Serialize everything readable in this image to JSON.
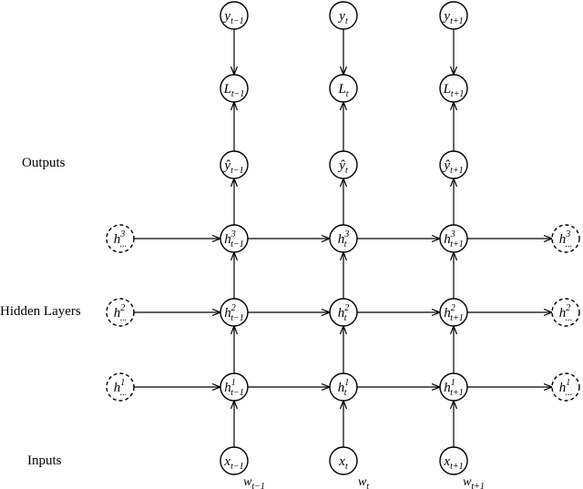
{
  "row_labels": {
    "outputs": "Outputs",
    "hidden_layers": "Hidden Layers",
    "inputs": "Inputs"
  },
  "columns": [
    {
      "id": "prev",
      "time_sub": "t−1"
    },
    {
      "id": "curr",
      "time_sub": "t"
    },
    {
      "id": "next",
      "time_sub": "t+1"
    }
  ],
  "node_rows": {
    "target": {
      "base": "y"
    },
    "loss": {
      "base": "L"
    },
    "pred": {
      "base": "ŷ"
    },
    "hidden3": {
      "base": "h",
      "sup": "3"
    },
    "hidden2": {
      "base": "h",
      "sup": "2"
    },
    "hidden1": {
      "base": "h",
      "sup": "1"
    },
    "input": {
      "base": "x"
    }
  },
  "boundary_nodes": {
    "base": "h",
    "sub": "...",
    "layers": [
      "3",
      "2",
      "1"
    ]
  },
  "word_labels": {
    "base": "w"
  }
}
